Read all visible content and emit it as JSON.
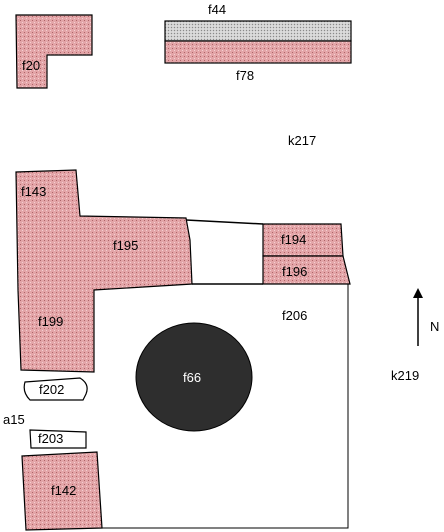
{
  "colors": {
    "feature_fill": "#e3a5a8",
    "hatch_fill": "#cfcfcf",
    "pit_fill": "#2e2e2e",
    "outline": "#000000"
  },
  "labels": {
    "f20": "f20",
    "f44": "f44",
    "f78": "f78",
    "k217": "k217",
    "f143": "f143",
    "f195": "f195",
    "f194": "f194",
    "f196": "f196",
    "f199": "f199",
    "f206": "f206",
    "f66": "f66",
    "f202": "f202",
    "a15": "a15",
    "f203": "f203",
    "f142": "f142",
    "k219": "k219",
    "north": "N"
  }
}
